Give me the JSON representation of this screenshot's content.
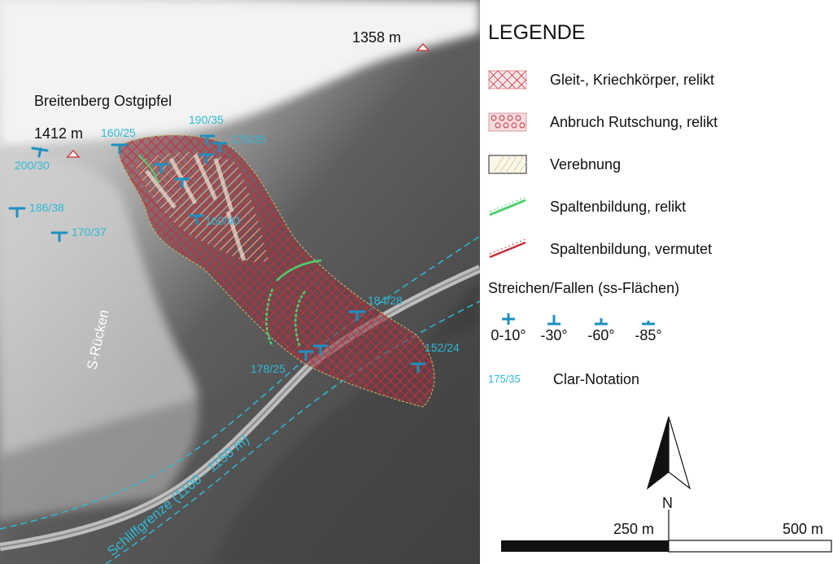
{
  "map": {
    "labels": {
      "summit_name": "Breitenberg Ostgipfel",
      "summit_elev": "1412 m",
      "peak_elev": "1358 m",
      "ridge": "S-Rücken",
      "trimline": "Schliffgrenze (1100 - 1150 m)"
    },
    "measurements": [
      {
        "text": "200/30"
      },
      {
        "text": "160/25"
      },
      {
        "text": "190/35"
      },
      {
        "text": "175/35"
      },
      {
        "text": "186/38"
      },
      {
        "text": "170/37"
      },
      {
        "text": "160/40"
      },
      {
        "text": "184/28"
      },
      {
        "text": "178/25"
      },
      {
        "text": "152/24"
      }
    ]
  },
  "legend": {
    "title": "LEGENDE",
    "items": [
      {
        "label": "Gleit-, Kriechkörper, relikt",
        "pattern": "crosshatch-red"
      },
      {
        "label": "Anbruch Rutschung, relikt",
        "pattern": "circles-red"
      },
      {
        "label": "Verebnung",
        "pattern": "hatch-yellow"
      },
      {
        "label": "Spaltenbildung, relikt",
        "pattern": "line-green"
      },
      {
        "label": "Spaltenbildung, vermutet",
        "pattern": "line-red"
      }
    ],
    "dip_heading": "Streichen/Fallen (ss-Flächen)",
    "dip_classes": [
      "0-10°",
      "-30°",
      "-60°",
      "-85°"
    ],
    "clar_sample": "175/35",
    "clar_label": "Clar-Notation",
    "north": "N",
    "scale_labels": [
      "250 m",
      "500 m"
    ]
  },
  "colors": {
    "cyan_text": "#2fb9d6",
    "symbol_blue": "#1e90c0",
    "slide_red": "#c4303a",
    "crack_green": "#4cd070",
    "flat_yellow": "#d8cfa0"
  }
}
